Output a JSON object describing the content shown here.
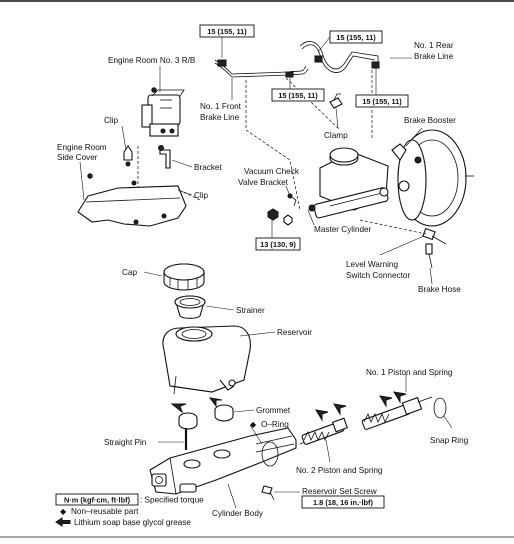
{
  "torque": {
    "t1": "15 (155, 11)",
    "t2": "15 (155, 11)",
    "t3": "15 (155, 11)",
    "t4": "15 (155, 11)",
    "t5": "13 (130, 9)",
    "t6": "1.8 (18, 16 in.·lbf)"
  },
  "labels": {
    "engine_room_rb": "Engine Room No. 3 R/B",
    "no1_front_brake_line_1": "No. 1 Front",
    "no1_front_brake_line_2": "Brake Line",
    "no1_rear_brake_line_1": "No. 1 Rear",
    "no1_rear_brake_line_2": "Brake Line",
    "clamp": "Clamp",
    "brake_booster": "Brake Booster",
    "clip_top": "Clip",
    "engine_room_side_cover_1": "Engine Room",
    "engine_room_side_cover_2": "Side Cover",
    "bracket": "Bracket",
    "clip_mid": "Clip",
    "vacuum_check_1": "Vacuum Check",
    "vacuum_check_2": "Valve Bracket",
    "master_cylinder": "Master Cylinder",
    "level_warning_1": "Level Warning",
    "level_warning_2": "Switch Connector",
    "brake_hose": "Brake Hose",
    "cap": "Cap",
    "strainer": "Strainer",
    "reservoir": "Reservoir",
    "no1_piston_spring": "No. 1 Piston and Spring",
    "grommet": "Grommet",
    "o_ring": "O–Ring",
    "snap_ring": "Snap Ring",
    "straight_pin": "Straight Pin",
    "no2_piston_spring": "No. 2 Piston and Spring",
    "reservoir_set_screw": "Reservoir Set Screw",
    "cylinder_body": "Cylinder Body"
  },
  "legend": {
    "torque_unit": "N·m (kgf·cm, ft·lbf)",
    "torque_desc": ": Specified torque",
    "non_reusable": "Non–reusable part",
    "grease": "Lithium soap base glycol grease"
  }
}
